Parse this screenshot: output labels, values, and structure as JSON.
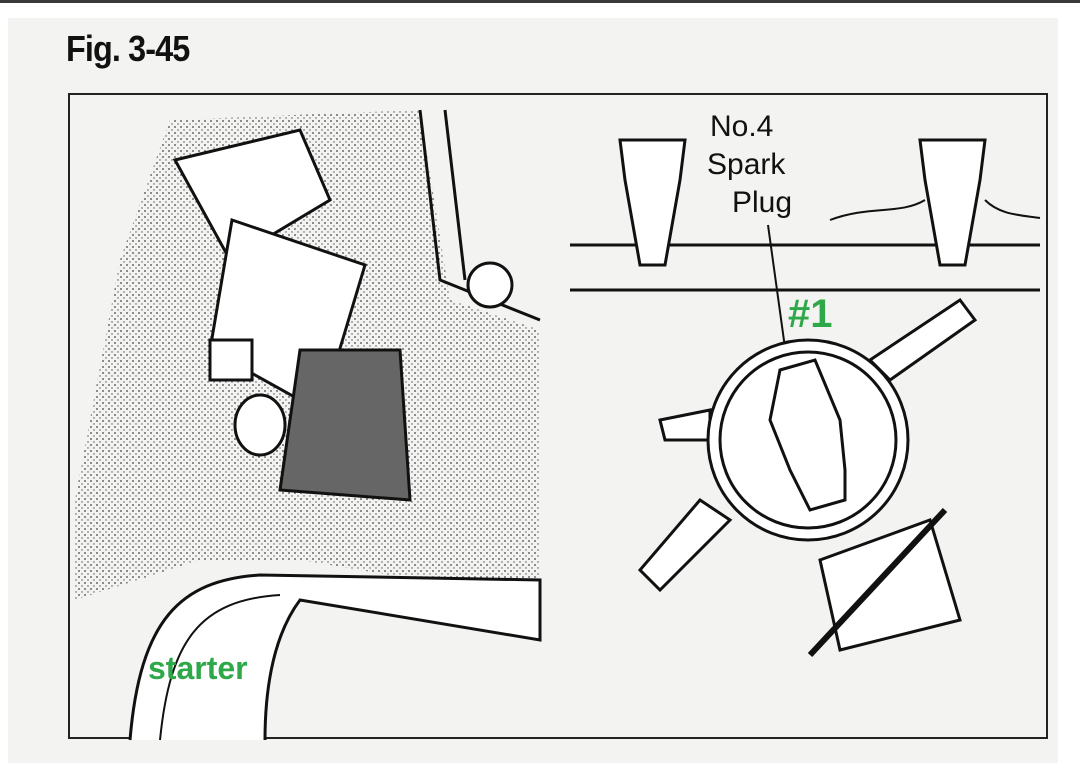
{
  "figure": {
    "title": "Fig. 3-45",
    "labels": {
      "spark_plug_line1": "No.4",
      "spark_plug_line2": "Spark",
      "spark_plug_line3": "Plug",
      "cylinder_marker": "#1",
      "starter": "starter"
    },
    "colors": {
      "annotation": "#2fa84a",
      "ink": "#111111",
      "paper": "#f3f3f1"
    }
  }
}
